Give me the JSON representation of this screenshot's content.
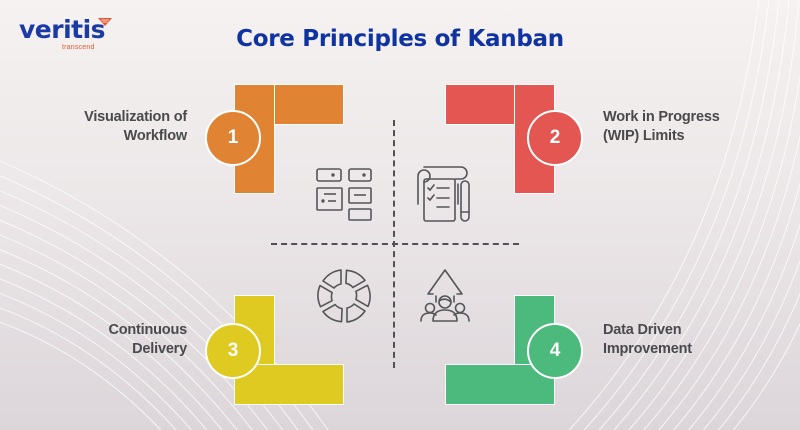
{
  "brand": {
    "name": "veritis",
    "tagline": "transcend",
    "primary_color": "#1a3aa5",
    "accent_color": "#e2572f"
  },
  "header": {
    "title": "Core Principles of Kanban",
    "title_color": "#0f33a0"
  },
  "principles": [
    {
      "number": "1",
      "label_line1": "Visualization of",
      "label_line2": "Workflow",
      "color": "#e08433",
      "icon": "kanban-board-icon"
    },
    {
      "number": "2",
      "label_line1": "Work in Progress",
      "label_line2": "(WIP) Limits",
      "color": "#e35652",
      "icon": "checklist-pen-icon"
    },
    {
      "number": "3",
      "label_line1": "Continuous",
      "label_line2": "Delivery",
      "color": "#dfca22",
      "icon": "cycle-segments-icon"
    },
    {
      "number": "4",
      "label_line1": "Data Driven",
      "label_line2": "Improvement",
      "color": "#4bba7c",
      "icon": "team-growth-arrow-icon"
    }
  ]
}
